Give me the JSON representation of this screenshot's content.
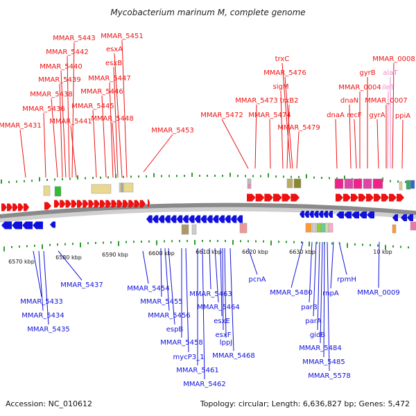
{
  "title": "Mycobacterium marinum M, complete genome",
  "footer": {
    "accession": "Accession: NC_010612",
    "topology": "Topology: circular; Length: 6,636,827 bp; Genes: 5,472"
  },
  "colors": {
    "forward": "#ee1111",
    "reverse": "#1111dd",
    "rna": "#ee88cc",
    "backbone": "#8a8a8a",
    "tick": "#2a9a2a"
  },
  "scale_labels": [
    "6570 kbp",
    "6580 kbp",
    "6590 kbp",
    "6600 kbp",
    "6610 kbp",
    "6620 kbp",
    "6630 kbp",
    "10 kbp"
  ],
  "top_genes": [
    "MMAR_5431",
    "MMAR_5436",
    "MMAR_5438",
    "MMAR_5439",
    "MMAR_5440",
    "MMAR_5442",
    "MMAR_5443",
    "MMAR_5441",
    "MMAR_5445",
    "MMAR_5446",
    "MMAR_5448",
    "MMAR_5447",
    "esxB",
    "esxA",
    "MMAR_5451",
    "MMAR_5453",
    "MMAR_5472",
    "MMAR_5473",
    "MMAR_5474",
    "trxB2",
    "sigM",
    "MMAR_5476",
    "trxC",
    "MMAR_5479",
    "dnaA",
    "dnaN",
    "recF",
    "MMAR_0004",
    "gyrB",
    "gyrA",
    "MMAR_0007",
    "ileT",
    "alaT",
    "MMAR_0008",
    "ppiA"
  ],
  "bottom_genes": [
    "MMAR_5433",
    "MMAR_5434",
    "MMAR_5435",
    "MMAR_5437",
    "MMAR_5454",
    "MMAR_5455",
    "MMAR_5456",
    "espB",
    "MMAR_5458",
    "mycP3_1",
    "MMAR_5461",
    "MMAR_5462",
    "MMAR_5463",
    "MMAR_5464",
    "esxE",
    "esxF",
    "lppJ",
    "MMAR_5468",
    "pcnA",
    "MMAR_5480",
    "parB",
    "parA",
    "gidB",
    "MMAR_5484",
    "MMAR_5485",
    "MMAR_5578",
    "rnpA",
    "rpmH",
    "MMAR_0009"
  ]
}
